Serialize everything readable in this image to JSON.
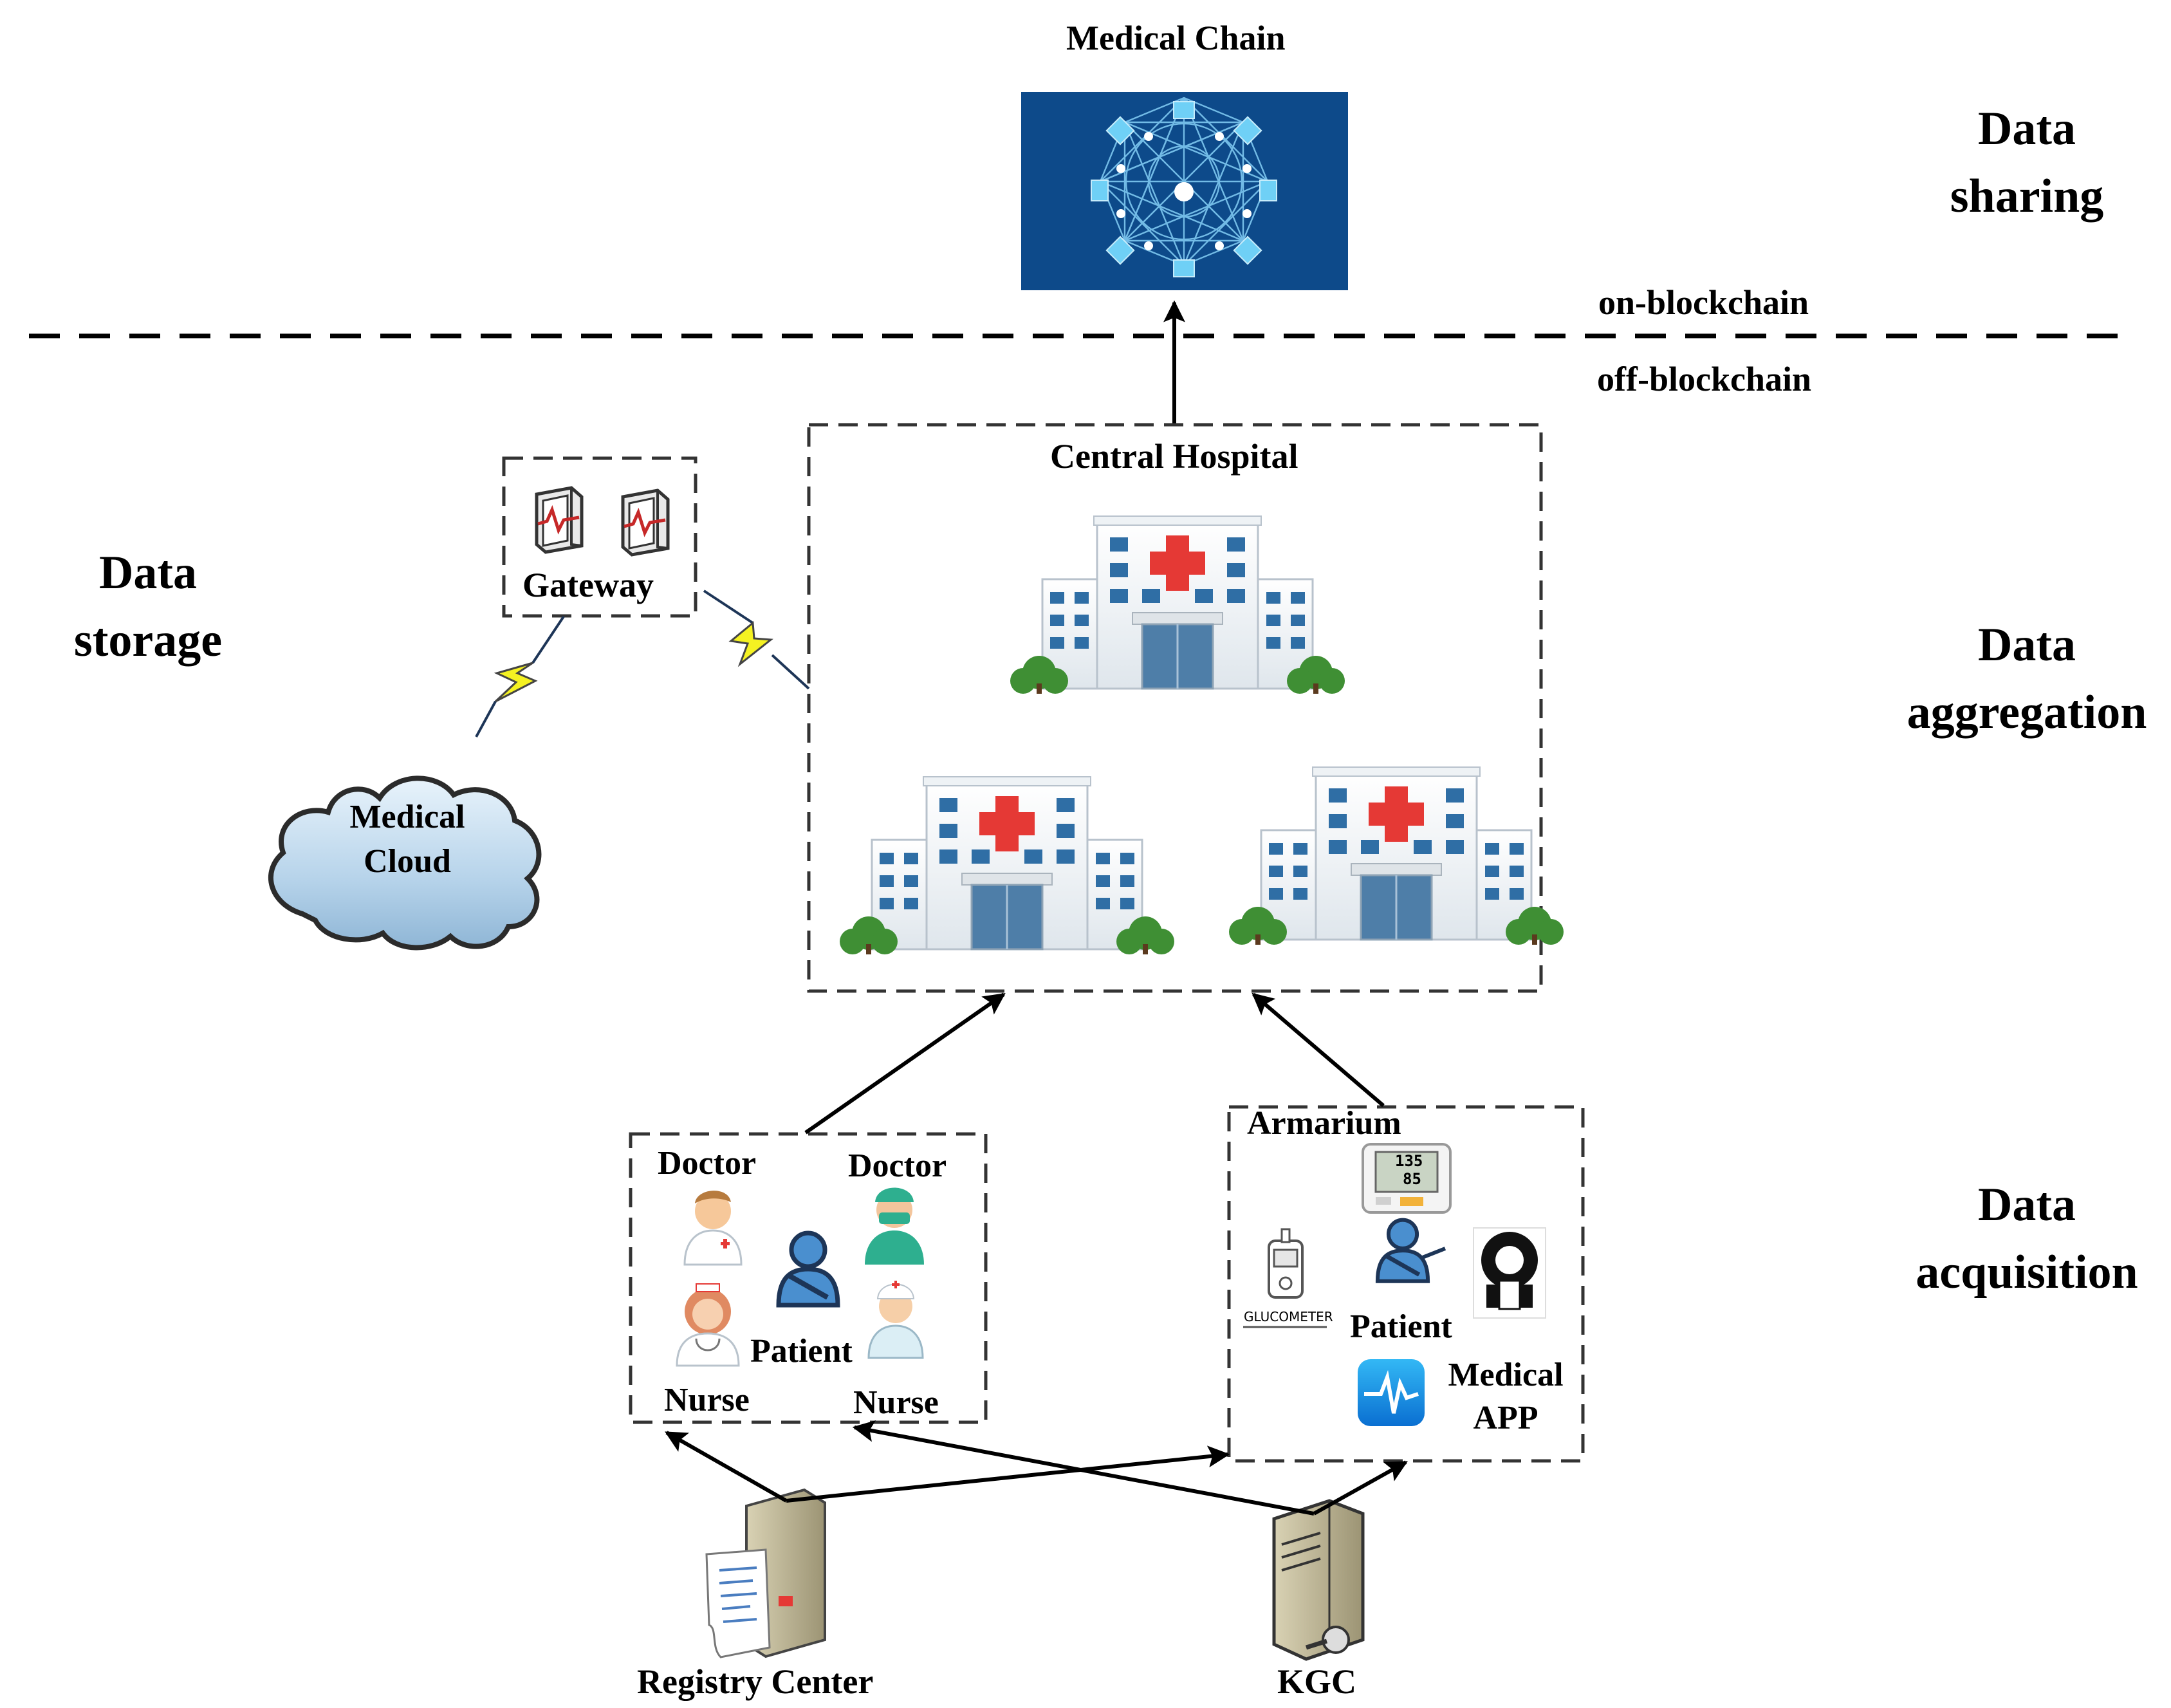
{
  "layers": {
    "sharing": "Data sharing",
    "storage": "Data storage",
    "aggregation": "Data aggregation",
    "acquisition": "Data acquisition"
  },
  "divider": {
    "on": "on-blockchain",
    "off": "off-blockchain"
  },
  "nodes": {
    "medical_chain": "Medical Chain",
    "central_hospital": "Central Hospital",
    "gateway": "Gateway",
    "medical_cloud": "Medical Cloud",
    "armarium": "Armarium",
    "registry_center": "Registry Center",
    "kgc": "KGC"
  },
  "people": {
    "doctor_1": "Doctor",
    "doctor_2": "Doctor",
    "nurse_1": "Nurse",
    "nurse_2": "Nurse",
    "patient_1": "Patient",
    "patient_2": "Patient"
  },
  "devices": {
    "glucometer": "GLUCOMETER",
    "bp_top": "135",
    "bp_bottom": "85",
    "medical_app": "Medical APP"
  }
}
